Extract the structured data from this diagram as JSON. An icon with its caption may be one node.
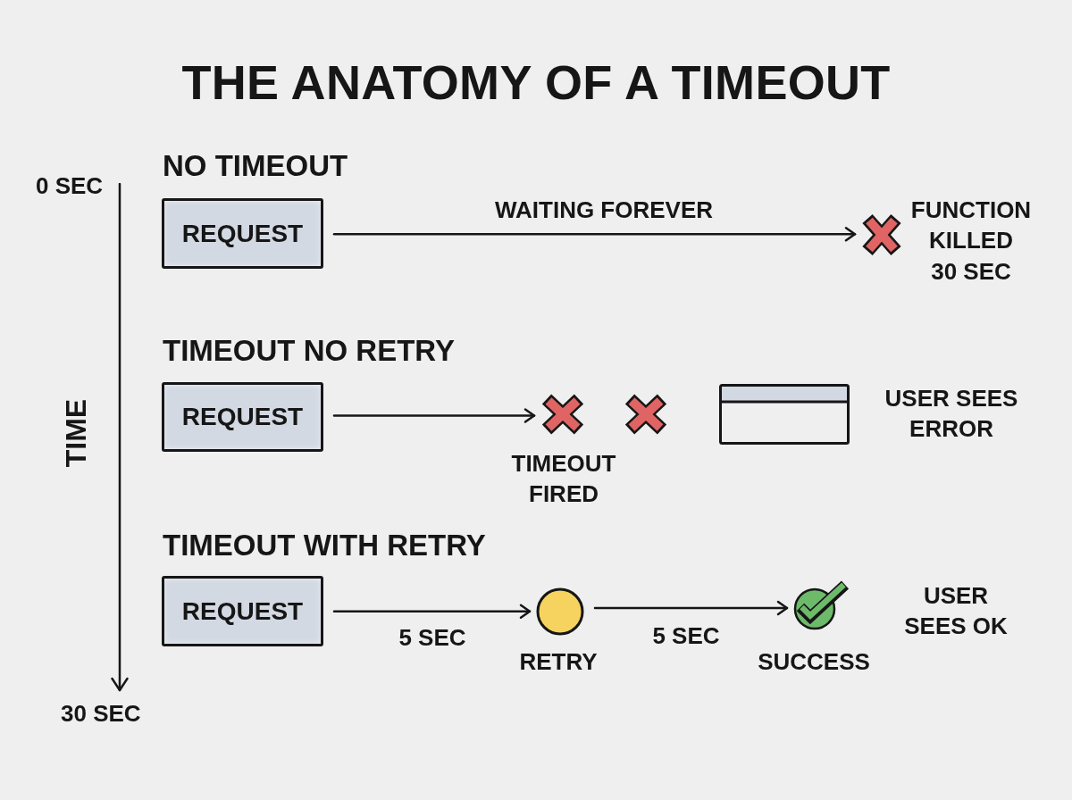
{
  "diagram": {
    "title": "THE ANATOMY OF A TIMEOUT",
    "nodes": [
      {
        "text": [
          "REQUEST"
        ]
      },
      {
        "text": [],
        "shape": "cross",
        "beside": [
          "FUNCTION KILLED",
          "30 SEC"
        ]
      },
      {
        "text": [
          "REQUEST"
        ]
      },
      {
        "text": [],
        "shape": "cross",
        "beside": [
          "TIMEOUT FIRED"
        ]
      },
      {
        "text": [],
        "shape": "cross"
      },
      {
        "text": [],
        "shape": "window",
        "beside": [
          "USER SEES ERROR"
        ]
      },
      {
        "text": [
          "REQUEST"
        ]
      },
      {
        "text": [],
        "shape": "circle",
        "beside": [
          "RETRY"
        ]
      },
      {
        "text": [],
        "shape": "check",
        "beside": [
          "SUCCESS",
          "USER SEES OK"
        ]
      }
    ],
    "edges": [
      {
        "from": 0,
        "to": 1,
        "arrow": "to",
        "label": "WAITING FOREVER"
      },
      {
        "from": 2,
        "to": 3,
        "arrow": "to"
      },
      {
        "from": 6,
        "to": 7,
        "arrow": "to",
        "label": "5 SEC"
      },
      {
        "from": 7,
        "to": 8,
        "arrow": "to",
        "label": "5 SEC"
      }
    ],
    "labels": [
      "NO TIMEOUT",
      "0 SEC",
      "TIMEOUT NO RETRY",
      "TIME",
      "TIMEOUT WITH RETRY",
      "30 SEC"
    ]
  }
}
